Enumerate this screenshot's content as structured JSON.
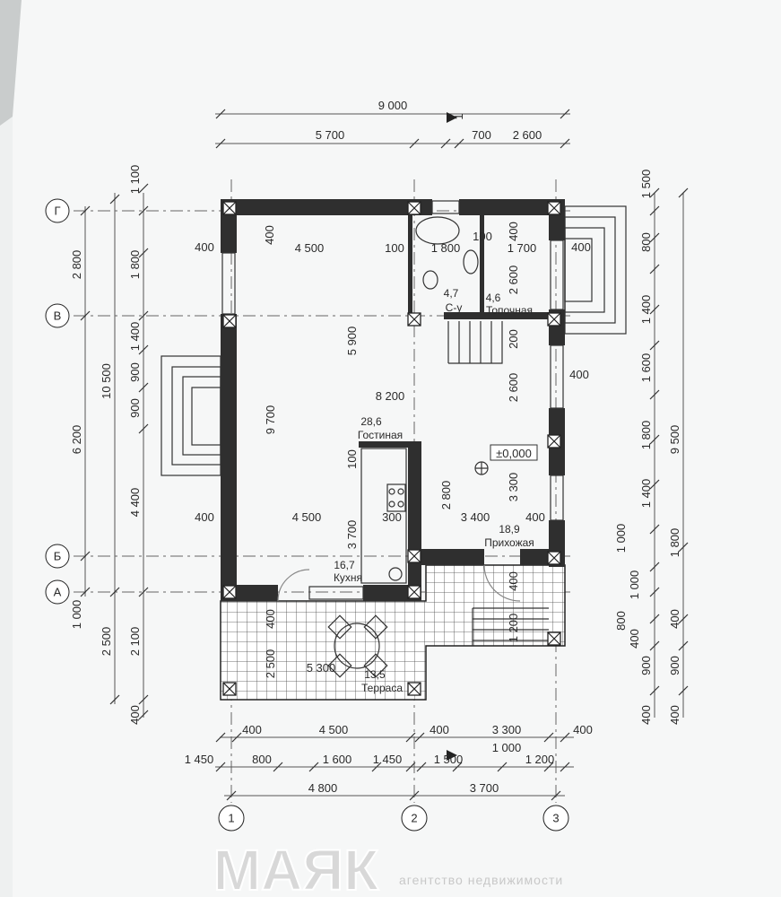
{
  "watermark": {
    "brand": "МАЯК",
    "tagline": "агентство недвижимости"
  },
  "axes": {
    "rows": [
      "Г",
      "В",
      "Б",
      "А"
    ],
    "cols": [
      "1",
      "2",
      "3"
    ]
  },
  "section_mark": "1",
  "level_mark": "±0,000",
  "rooms": [
    {
      "area": "4,7",
      "name": "С-у"
    },
    {
      "area": "4,6",
      "name": "Топочная"
    },
    {
      "area": "28,6",
      "name": "Гостиная"
    },
    {
      "area": "16,7",
      "name": "Кухня"
    },
    {
      "area": "18,9",
      "name": "Прихожая"
    },
    {
      "area": "13,5",
      "name": "Терраса"
    }
  ],
  "dims": {
    "top": [
      "9 000",
      "5 700",
      "700",
      "2 600"
    ],
    "left": [
      "1 100",
      "2 800",
      "1 800",
      "1 400",
      "900",
      "900",
      "10 500",
      "6 200",
      "4 400",
      "1 000",
      "2 500",
      "2 100",
      "400"
    ],
    "right": [
      "1 500",
      "800",
      "1 400",
      "1 600",
      "1 800",
      "1 400",
      "1 000",
      "1 000",
      "800",
      "400",
      "900",
      "400"
    ],
    "right2": [
      "9 500",
      "1 800",
      "400",
      "900",
      "400"
    ],
    "bottom1": [
      "400",
      "4 500",
      "400",
      "3 300",
      "400"
    ],
    "bottom2": [
      "1 450",
      "800",
      "1 600",
      "1 450",
      "1 500",
      "1 000",
      "1 200"
    ],
    "bottom3": [
      "4 800",
      "3 700"
    ],
    "interior": [
      "400",
      "4 500",
      "100",
      "1 800",
      "100",
      "400",
      "1 700",
      "2 600",
      "200",
      "400",
      "400",
      "5 900",
      "8 200",
      "2 600",
      "9 700",
      "400",
      "100",
      "4 500",
      "300",
      "3 700",
      "2 800",
      "3 400",
      "400",
      "3 300",
      "400",
      "400",
      "1 200",
      "400",
      "2 500",
      "5 300"
    ]
  }
}
